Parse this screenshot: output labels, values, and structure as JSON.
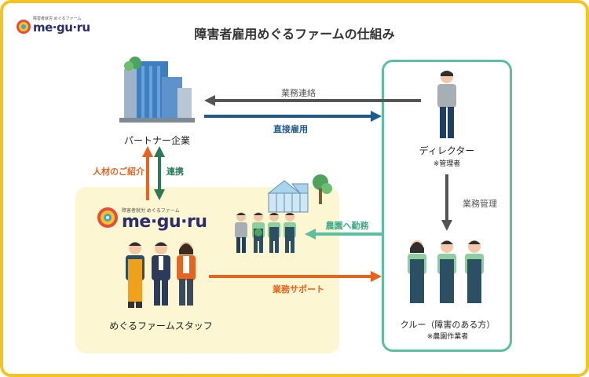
{
  "title": "障害者雇用めぐるファームの仕組み",
  "logo_top": {
    "tagline": "障害者就労 めぐるファーム",
    "wordmark": "me·gu·ru"
  },
  "logo_mid": {
    "tagline": "障害者就労 めぐるファーム",
    "wordmark": "me·gu·ru"
  },
  "nodes": {
    "partner": {
      "label": "パートナー企業"
    },
    "director": {
      "label": "ディレクター",
      "sub": "※管理者"
    },
    "staff": {
      "label": "めぐるファームスタッフ"
    },
    "crew": {
      "label": "クルー（障害のある方）",
      "sub": "※農園作業者"
    }
  },
  "edges": {
    "contact": "業務連絡",
    "direct_hire": "直接雇用",
    "mgmt": "業務管理",
    "intro": "人材のご紹介",
    "coop": "連携",
    "farm_work": "農園へ勤務",
    "support": "業務サポート"
  },
  "colors": {
    "frame": "#f5c423",
    "gray_arrow": "#555555",
    "blue_arrow": "#1f5a8c",
    "orange_arrow": "#e8641e",
    "green_arrow": "#2b7a55",
    "teal_arrow": "#5cbfa0",
    "yellow_bg": "#fcf6d2"
  }
}
